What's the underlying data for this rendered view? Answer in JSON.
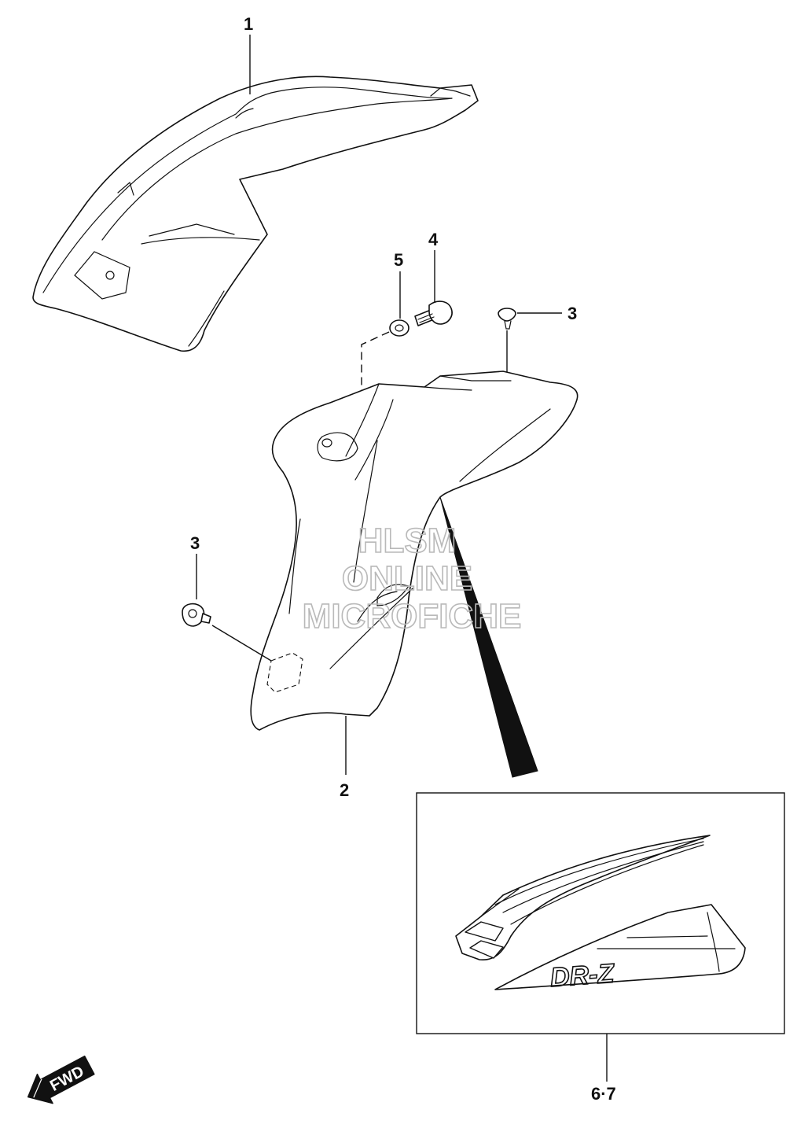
{
  "callouts": {
    "p1": "1",
    "p2": "2",
    "p3_right": "3",
    "p3_left": "3",
    "p4": "4",
    "p5": "5",
    "p67": "6·7"
  },
  "watermark": {
    "line1": "HLSM",
    "line2": "ONLINE",
    "line3": "MICROFICHE"
  },
  "fwd_label": "FWD",
  "decal_text": "DR-Z",
  "colors": {
    "ink": "#111111",
    "watermark": "#b9b9b9",
    "background": "#ffffff"
  }
}
